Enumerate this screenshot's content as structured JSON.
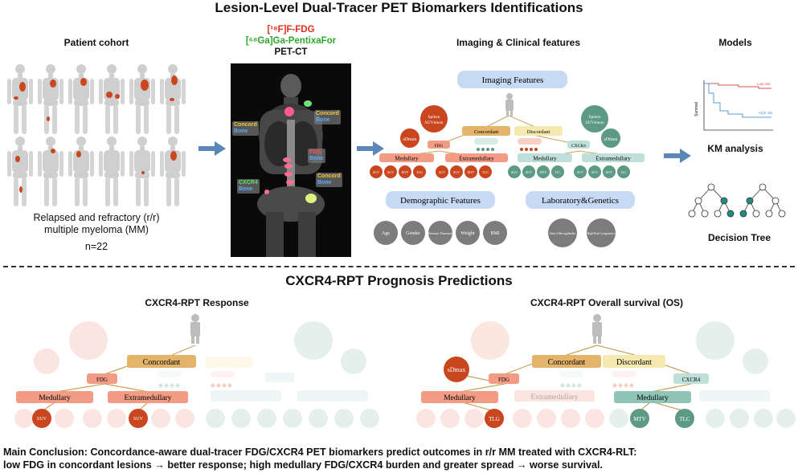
{
  "main_title": "Lesion-Level Dual-Tracer PET Biomarkers Identifications",
  "cohort": {
    "heading": "Patient cohort",
    "desc_line1": "Relapsed and refractory (r/r)",
    "desc_line2": "multiple myeloma (MM)",
    "n": "n=22"
  },
  "tracers": {
    "fdg": "[¹⁸F]F-FDG",
    "pentixafor": "[⁶⁸Ga]Ga-PentixaFor",
    "modality": "PET-CT"
  },
  "pet_labels": {
    "concord": "Concord",
    "bone": "Bone",
    "fdg": "FDG",
    "cxcr4": "CXCR4"
  },
  "features": {
    "heading": "Imaging & Clinical features",
    "imaging": "Imaging Features",
    "demographic": "Demographic Features",
    "lab": "Laboratory&Genetics",
    "concordant": "Concordant",
    "discordant": "Discordant",
    "fdg": "FDG",
    "cxcr4": "CXCR4",
    "spleen": "Spleen",
    "suv_mean": "SUVmean",
    "sdmax": "sDmax",
    "medullary": "Medullary",
    "extramedullary": "Extramedullary",
    "leaf_metrics": [
      "SUV",
      "SUV",
      "MTV",
      "TLG"
    ],
    "leaf_metrics_cxcr4": [
      "SUV",
      "SUV",
      "MTV",
      "TLC"
    ],
    "demo_items": [
      "Age",
      "Gender",
      "Disease Duration",
      "Weight",
      "BMI"
    ],
    "lab_items": [
      "Beta-2-Microglobulin",
      "High-Risk Cytogenetics"
    ]
  },
  "models": {
    "heading": "Models",
    "km": "KM analysis",
    "tree": "Decision Tree",
    "low_risk": "Low risk",
    "high_risk": "High risk",
    "survival": "Survival"
  },
  "prognosis": {
    "title": "CXCR4-RPT Prognosis Predictions",
    "response": "CXCR4-RPT Response",
    "os": "CXCR4-RPT Overall survival (OS)",
    "concordant": "Concordant",
    "discordant": "Discordant",
    "fdg": "FDG",
    "cxcr4": "CXCR4",
    "medullary": "Medullary",
    "extramedullary": "Extramedullary",
    "suv_max": "SUV",
    "sdmax": "sDmax",
    "tlg": "TLG",
    "mtv": "MTV",
    "tlc": "TLC"
  },
  "conclusion": {
    "line1": "Main Conclusion: Concordance-aware dual-tracer FDG/CXCR4 PET biomarkers predict outcomes in r/r MM treated with CXCR4-RLT:",
    "line2": "low FDG in concordant lesions → better response; high medullary FDG/CXCR4 burden and greater spread → worse survival."
  },
  "colors": {
    "fdg_red": "#c9461f",
    "cxcr4_green": "#5c9a84",
    "arrow_blue": "#5a86b8",
    "concordant_tan": "#e3b46a",
    "discordant_yellow": "#f6e9b0",
    "feature_blue": "#c7daf4",
    "demo_grey": "#7c7c7c"
  }
}
